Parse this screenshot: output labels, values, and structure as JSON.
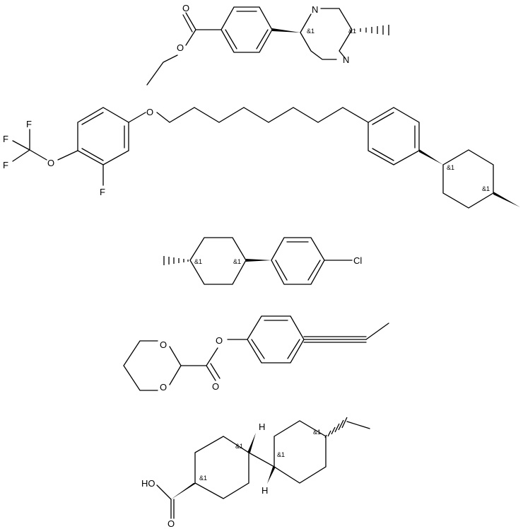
{
  "molecules": [
    {
      "name": "molecule-1-ethyl-benzoate-piperazine",
      "atoms": [
        {
          "id": "m1-o-carbonyl",
          "text": "O"
        },
        {
          "id": "m1-o-ester",
          "text": "O"
        },
        {
          "id": "m1-n-top",
          "text": "N"
        },
        {
          "id": "m1-n-bottom",
          "text": "N"
        }
      ],
      "stereo": [
        {
          "id": "m1-stereo-a",
          "text": "&1"
        },
        {
          "id": "m1-stereo-b",
          "text": "&1"
        }
      ]
    },
    {
      "name": "molecule-2-trifluoromethoxy-aryl-ether",
      "atoms": [
        {
          "id": "m2-o-ether",
          "text": "O"
        },
        {
          "id": "m2-o-ocf3",
          "text": "O"
        },
        {
          "id": "m2-f-1",
          "text": "F"
        },
        {
          "id": "m2-f-2",
          "text": "F"
        },
        {
          "id": "m2-f-3",
          "text": "F"
        },
        {
          "id": "m2-f-ring",
          "text": "F"
        }
      ],
      "stereo": [
        {
          "id": "m2-stereo-a",
          "text": "&1"
        },
        {
          "id": "m2-stereo-b",
          "text": "&1"
        }
      ]
    },
    {
      "name": "molecule-3-chlorophenyl-cyclohexane",
      "atoms": [
        {
          "id": "m3-cl",
          "text": "Cl"
        }
      ],
      "stereo": [
        {
          "id": "m3-stereo-a",
          "text": "&1"
        },
        {
          "id": "m3-stereo-b",
          "text": "&1"
        }
      ]
    },
    {
      "name": "molecule-4-dioxane-ester",
      "atoms": [
        {
          "id": "m4-o-ring-top",
          "text": "O"
        },
        {
          "id": "m4-o-ring-bottom",
          "text": "O"
        },
        {
          "id": "m4-o-ester",
          "text": "O"
        },
        {
          "id": "m4-o-carbonyl",
          "text": "O"
        }
      ]
    },
    {
      "name": "molecule-5-bicyclohexyl-carboxylic-acid",
      "atoms": [
        {
          "id": "m5-h-top",
          "text": "H"
        },
        {
          "id": "m5-h-bottom",
          "text": "H"
        },
        {
          "id": "m5-ho",
          "text": "HO"
        },
        {
          "id": "m5-o-carbonyl",
          "text": "O"
        }
      ],
      "stereo": [
        {
          "id": "m5-stereo-a",
          "text": "&1"
        },
        {
          "id": "m5-stereo-b",
          "text": "&1"
        },
        {
          "id": "m5-stereo-c",
          "text": "&1"
        },
        {
          "id": "m5-stereo-d",
          "text": "&1"
        }
      ]
    }
  ]
}
